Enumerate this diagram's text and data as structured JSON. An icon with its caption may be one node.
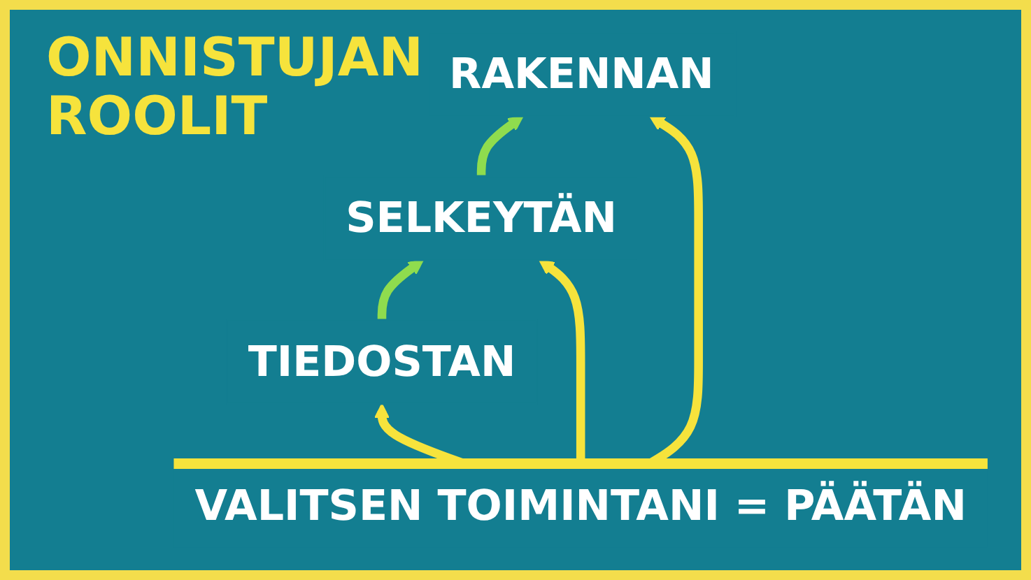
{
  "diagram": {
    "title": "ONNISTUJAN ROOLIT",
    "nodes": [
      {
        "text": [
          "RAKENNAN"
        ]
      },
      {
        "text": [
          "SELKEYTÄN"
        ]
      },
      {
        "text": [
          "TIEDOSTAN"
        ]
      },
      {
        "text": [
          "VALITSEN TOIMINTANI = PÄÄTÄN"
        ]
      }
    ],
    "edges": [
      {
        "from": 2,
        "to": 1,
        "arrow": "to",
        "color": "#8fdc4e"
      },
      {
        "from": 1,
        "to": 0,
        "arrow": "to",
        "color": "#8fdc4e"
      },
      {
        "from": 3,
        "to": 2,
        "arrow": "to"
      },
      {
        "from": 3,
        "to": 1,
        "arrow": "to"
      },
      {
        "from": 3,
        "to": 0,
        "arrow": "to"
      }
    ]
  }
}
